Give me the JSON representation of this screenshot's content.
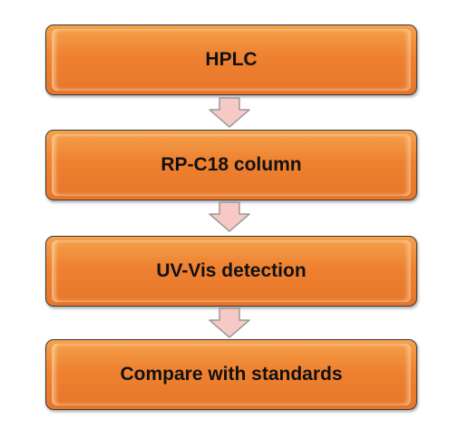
{
  "flowchart": {
    "steps": [
      {
        "label": "HPLC"
      },
      {
        "label": "RP-C18 column"
      },
      {
        "label": "UV-Vis detection"
      },
      {
        "label": "Compare with standards"
      }
    ]
  },
  "colors": {
    "box_fill": "#ee8130",
    "box_border": "#3a3a3a",
    "arrow_fill": "#f7c9c5",
    "arrow_stroke": "#9a9a9a",
    "text": "#111111"
  }
}
